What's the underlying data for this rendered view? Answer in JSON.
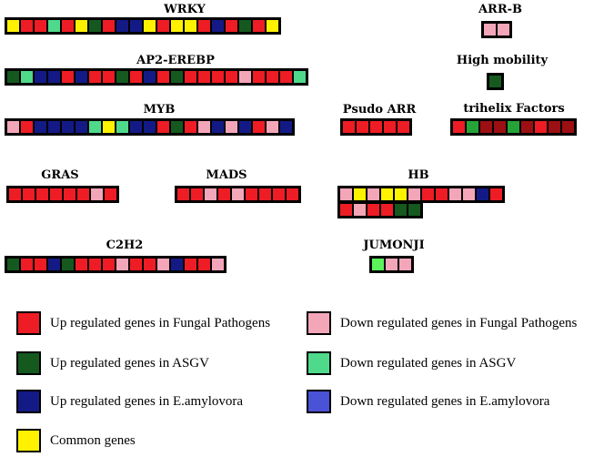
{
  "colors": {
    "U": "#ee1c24",
    "D": "#f4a6b9",
    "A": "#15591f",
    "a": "#4fd98b",
    "E": "#141a85",
    "e": "#4a52d6",
    "C": "#fff200",
    "g": "#26a338",
    "r": "#9c0f12",
    "l": "#5cf25c"
  },
  "groups": [
    {
      "id": "wrky",
      "title": "WRKY",
      "rows": [
        "CUUaUCAUEECUCCUEUAUC"
      ]
    },
    {
      "id": "arr-b",
      "title": "ARR-B",
      "rows": [
        "DD"
      ]
    },
    {
      "id": "ap2-erebp",
      "title": "AP2-EREBP",
      "rows": [
        "AaEEUEUUAUEUAUUUUDUUUa"
      ]
    },
    {
      "id": "high-mobility",
      "title": "High mobility",
      "rows": [
        "A"
      ]
    },
    {
      "id": "myb",
      "title": "MYB",
      "rows": [
        "DUEEEEaCaEEUAUDEDEUDE"
      ]
    },
    {
      "id": "psudo-arr",
      "title": "Psudo ARR",
      "rows": [
        "UUUUU"
      ]
    },
    {
      "id": "trihelix",
      "title": "trihelix Factors",
      "rows": [
        "UgrrgrUrr"
      ]
    },
    {
      "id": "gras",
      "title": "GRAS",
      "rows": [
        "UUUUUUDU"
      ]
    },
    {
      "id": "mads",
      "title": "MADS",
      "rows": [
        "UUDUDUUUU"
      ]
    },
    {
      "id": "hb",
      "title": "HB",
      "rows": [
        "DCDCCDUUDDEU",
        "UDUUAA"
      ]
    },
    {
      "id": "c2h2",
      "title": "C2H2",
      "rows": [
        "AUUEAUUUDUUDEUUD"
      ]
    },
    {
      "id": "jumonji",
      "title": "JUMONJI",
      "rows": [
        "lDD"
      ]
    }
  ],
  "legend": [
    {
      "key": "U",
      "label": "Up regulated genes in Fungal Pathogens"
    },
    {
      "key": "D",
      "label": "Down regulated genes in Fungal Pathogens"
    },
    {
      "key": "A",
      "label": "Up regulated genes in ASGV"
    },
    {
      "key": "a",
      "label": "Down regulated genes in ASGV"
    },
    {
      "key": "E",
      "label": "Up regulated genes in E.amylovora"
    },
    {
      "key": "e",
      "label": "Down regulated genes in E.amylovora"
    },
    {
      "key": "C",
      "label": "Common genes"
    }
  ]
}
